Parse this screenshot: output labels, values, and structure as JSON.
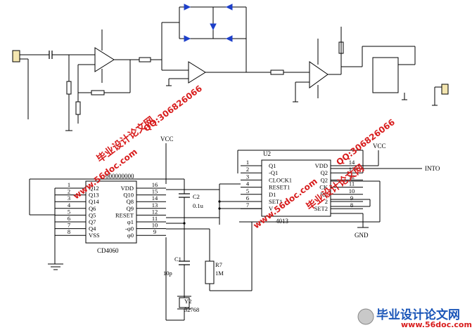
{
  "chip_left": {
    "name": "CD4060",
    "top_value": "000000000",
    "pins_left": [
      {
        "num": "1",
        "label": "Q12"
      },
      {
        "num": "2",
        "label": "Q13"
      },
      {
        "num": "3",
        "label": "Q14"
      },
      {
        "num": "4",
        "label": "Q6"
      },
      {
        "num": "5",
        "label": "Q5"
      },
      {
        "num": "6",
        "label": "Q7"
      },
      {
        "num": "7",
        "label": "Q4"
      },
      {
        "num": "8",
        "label": "VSS"
      }
    ],
    "pins_right": [
      {
        "num": "16",
        "label": "VDD"
      },
      {
        "num": "15",
        "label": "Q10"
      },
      {
        "num": "14",
        "label": "Q8"
      },
      {
        "num": "13",
        "label": "Q9"
      },
      {
        "num": "12",
        "label": "RESET"
      },
      {
        "num": "11",
        "label": "φ1"
      },
      {
        "num": "10",
        "label": "-φ0"
      },
      {
        "num": "9",
        "label": "φ0"
      }
    ]
  },
  "chip_right": {
    "ref": "U2",
    "name": "4013",
    "pins_left": [
      {
        "num": "1",
        "label": "Q1"
      },
      {
        "num": "2",
        "label": "-Q1"
      },
      {
        "num": "3",
        "label": "CLOCK1"
      },
      {
        "num": "4",
        "label": "RESET1"
      },
      {
        "num": "5",
        "label": "D1"
      },
      {
        "num": "6",
        "label": "SET1"
      },
      {
        "num": "7",
        "label": "V"
      }
    ],
    "pins_right": [
      {
        "num": "14",
        "label": "VDD"
      },
      {
        "num": "13",
        "label": "Q2"
      },
      {
        "num": "12",
        "label": "Q2"
      },
      {
        "num": "11",
        "label": "CK"
      },
      {
        "num": "10",
        "label": "RE"
      },
      {
        "num": "9",
        "label": "2"
      },
      {
        "num": "8",
        "label": "SET2"
      }
    ]
  },
  "labels": {
    "vcc_left": "VCC",
    "vcc_right": "VCC",
    "into": "INTO",
    "gnd": "GND",
    "c2_ref": "C2",
    "c2_val": "0.1u",
    "c1_ref": "C1",
    "c1_val": "10p",
    "r7_ref": "R7",
    "r7_val": "1M",
    "y2_ref": "Y2",
    "y2_val": "32768"
  },
  "watermarks": {
    "brand_cn": "毕业设计论文网",
    "qq": "QQ:306826066",
    "site": "www.56doc.com",
    "footer_cn": "毕业设计论文网",
    "footer_site": "www.56doc.com"
  },
  "colors": {
    "watermark_red": "#d81c1c",
    "watermark_blue": "#1a55b8",
    "diode_blue": "#1d3fc9"
  }
}
